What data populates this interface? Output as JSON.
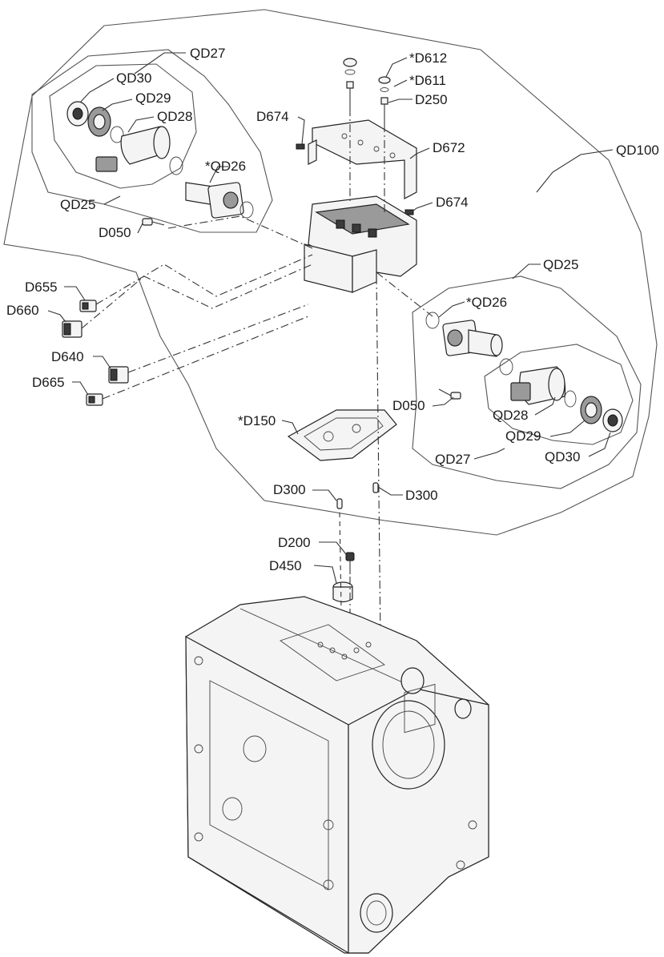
{
  "labels": {
    "qd27_top": "QD27",
    "qd30_top": "QD30",
    "qd29_top": "QD29",
    "qd28_top": "QD28",
    "qd26_top": "*QD26",
    "qd25_top": "QD25",
    "d050_top": "D050",
    "d612": "*D612",
    "d611": "*D611",
    "d250": "D250",
    "d674_left": "D674",
    "d672": "D672",
    "d674_right": "D674",
    "qd100": "QD100",
    "qd25_right": "QD25",
    "qd26_right": "*QD26",
    "d655": "D655",
    "d660": "D660",
    "d640": "D640",
    "d665": "D665",
    "d050_right": "D050",
    "qd28_right": "QD28",
    "qd29_right": "QD29",
    "qd27_right": "QD27",
    "qd30_right": "QD30",
    "d150": "*D150",
    "d300_left": "D300",
    "d300_right": "D300",
    "d200": "D200",
    "d450": "D450"
  }
}
